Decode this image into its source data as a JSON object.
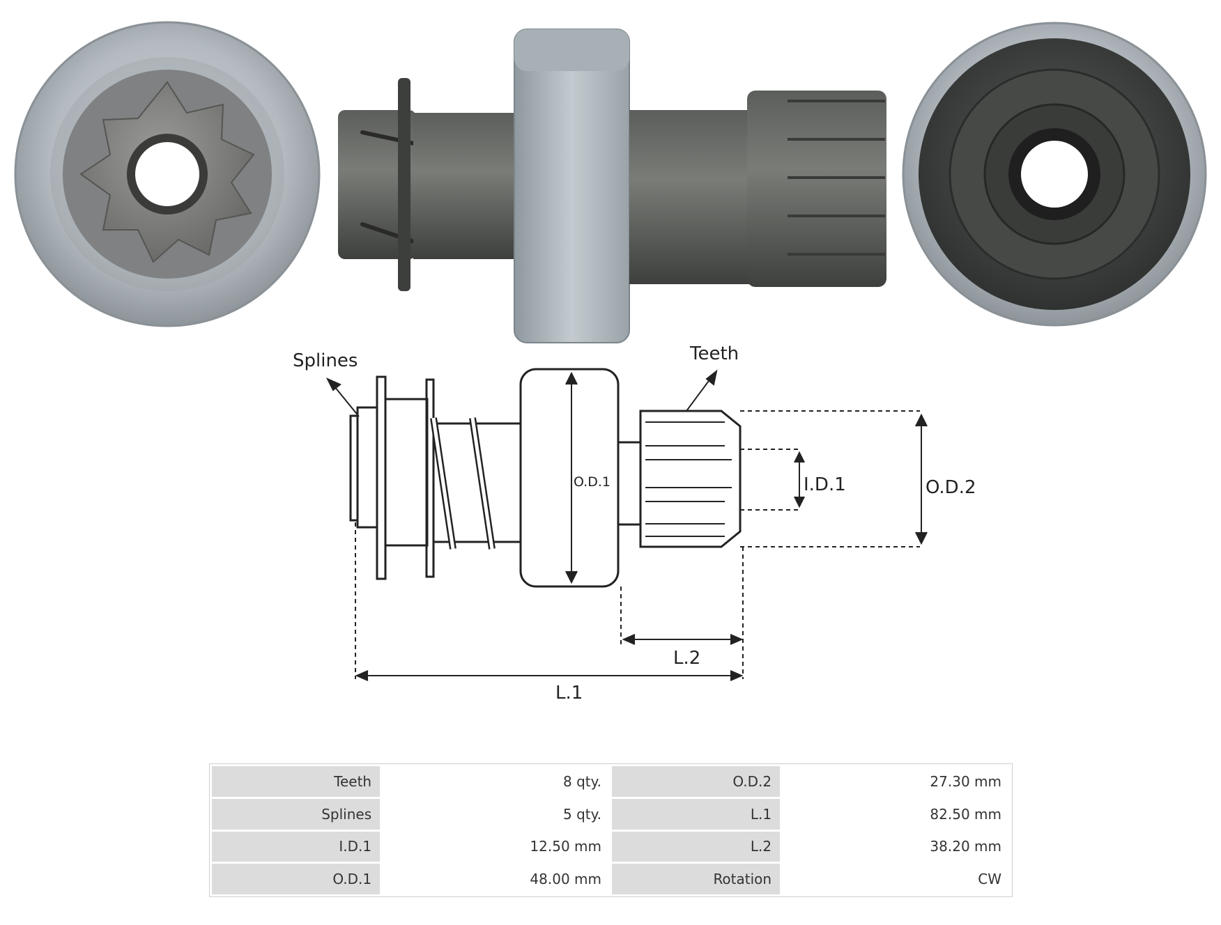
{
  "labels": {
    "splines": "Splines",
    "teeth": "Teeth",
    "od1": "O.D.1",
    "id1": "I.D.1",
    "od2": "O.D.2",
    "l1": "L.1",
    "l2": "L.2"
  },
  "specs": [
    {
      "k1": "Teeth",
      "v1": "8 qty.",
      "k2": "O.D.2",
      "v2": "27.30 mm"
    },
    {
      "k1": "Splines",
      "v1": "5 qty.",
      "k2": "L.1",
      "v2": "82.50 mm"
    },
    {
      "k1": "I.D.1",
      "v1": "12.50 mm",
      "k2": "L.2",
      "v2": "38.20 mm"
    },
    {
      "k1": "O.D.1",
      "v1": "48.00 mm",
      "k2": "Rotation",
      "v2": "CW"
    }
  ],
  "colors": {
    "metal_light": "#b8bfc4",
    "metal_dark": "#4e504d",
    "line": "#222222"
  }
}
